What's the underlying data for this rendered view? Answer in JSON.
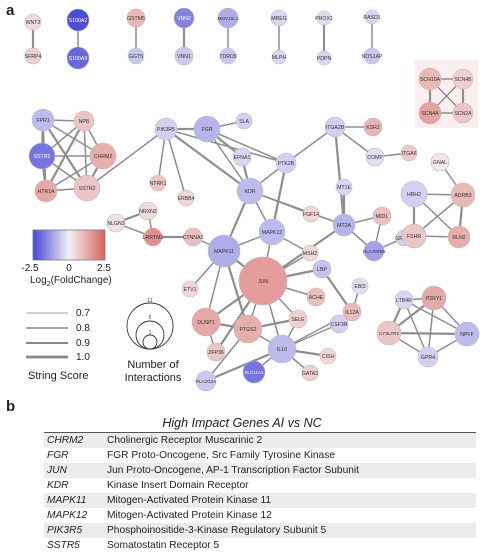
{
  "panels": {
    "a": "a",
    "b": "b"
  },
  "colors": {
    "up": "#e88a82",
    "down": "#5b5bdc",
    "neutral": "#f5f2f6"
  },
  "nodes": [
    {
      "id": "WNT3",
      "fc": 0.4
    },
    {
      "id": "SFRP4",
      "fc": 0.6
    },
    {
      "id": "S100A2",
      "fc": -2.4
    },
    {
      "id": "S100A9",
      "fc": -2.0
    },
    {
      "id": "GSTM5",
      "fc": 1.0
    },
    {
      "id": "GGT5",
      "fc": -0.6
    },
    {
      "id": "VNN2",
      "fc": -1.6
    },
    {
      "id": "VNN1",
      "fc": -0.6
    },
    {
      "id": "MOV10L1",
      "fc": -1.0
    },
    {
      "id": "TDRD9",
      "fc": -0.6
    },
    {
      "id": "MREG",
      "fc": -0.4
    },
    {
      "id": "MLPH",
      "fc": -0.4
    },
    {
      "id": "PROX1",
      "fc": -0.3
    },
    {
      "id": "PDPN",
      "fc": -0.4
    },
    {
      "id": "RASD1",
      "fc": -0.4
    },
    {
      "id": "NOS1AP",
      "fc": -0.6
    },
    {
      "id": "SCN10A",
      "fc": 1.0
    },
    {
      "id": "SCN4B",
      "fc": 0.6
    },
    {
      "id": "SCN4A",
      "fc": 1.4
    },
    {
      "id": "SCN2A",
      "fc": 0.8
    },
    {
      "id": "FPR1",
      "fc": -0.8
    },
    {
      "id": "NPB",
      "fc": 0.8
    },
    {
      "id": "SSTR5",
      "fc": -1.8
    },
    {
      "id": "CHRM2",
      "fc": 1.2
    },
    {
      "id": "HTR1A",
      "fc": 1.3
    },
    {
      "id": "SSTR2",
      "fc": 0.8
    },
    {
      "id": "PIK3R5",
      "fc": -0.5
    },
    {
      "id": "FGR",
      "fc": -0.9
    },
    {
      "id": "SLA",
      "fc": -0.5
    },
    {
      "id": "EFNA1",
      "fc": -0.4
    },
    {
      "id": "PTK2B",
      "fc": -0.5
    },
    {
      "id": "ITGA2B",
      "fc": -0.5
    },
    {
      "id": "KSR2",
      "fc": 1.1
    },
    {
      "id": "COMP",
      "fc": -0.3
    },
    {
      "id": "ITGA6",
      "fc": 0.7
    },
    {
      "id": "NTRK1",
      "fc": 0.8
    },
    {
      "id": "ERBB4",
      "fc": 0.5
    },
    {
      "id": "KDR",
      "fc": -0.8
    },
    {
      "id": "FGF14",
      "fc": 0.5
    },
    {
      "id": "MT1E",
      "fc": -0.4
    },
    {
      "id": "MT2A",
      "fc": -0.9
    },
    {
      "id": "MID1",
      "fc": 0.9
    },
    {
      "id": "HLA-DRB5",
      "fc": -1.2
    },
    {
      "id": "GRAP2",
      "fc": -0.5
    },
    {
      "id": "NRXN2",
      "fc": 0.4
    },
    {
      "id": "NLGN3",
      "fc": 0.3
    },
    {
      "id": "CTNNA2",
      "fc": 0.9
    },
    {
      "id": "LRRTM1",
      "fc": 1.7
    },
    {
      "id": "MAPK11",
      "fc": -1.0
    },
    {
      "id": "MAPK12",
      "fc": -0.8
    },
    {
      "id": "MSH2",
      "fc": 0.5
    },
    {
      "id": "EBI3",
      "fc": -0.3
    },
    {
      "id": "ETV1",
      "fc": 0.5
    },
    {
      "id": "JUN",
      "fc": 1.5
    },
    {
      "id": "LBP",
      "fc": -0.7
    },
    {
      "id": "IL12A",
      "fc": 1.0
    },
    {
      "id": "ACHE",
      "fc": 0.9
    },
    {
      "id": "DUSP1",
      "fc": 1.3
    },
    {
      "id": "SELE",
      "fc": 0.6
    },
    {
      "id": "CSF3R",
      "fc": -0.5
    },
    {
      "id": "ZFP36",
      "fc": 0.8
    },
    {
      "id": "PTGS2",
      "fc": 1.2
    },
    {
      "id": "PLA2G2A",
      "fc": -0.6
    },
    {
      "id": "IL10",
      "fc": -0.8
    },
    {
      "id": "CISH",
      "fc": 0.5
    },
    {
      "id": "GATA3",
      "fc": 0.6
    },
    {
      "id": "SLC11A1",
      "fc": -1.8
    },
    {
      "id": "GNAL",
      "fc": 0.2
    },
    {
      "id": "HRH2",
      "fc": -0.5
    },
    {
      "id": "ADRB3",
      "fc": 1.0
    },
    {
      "id": "FSHR",
      "fc": 0.8
    },
    {
      "id": "RLN2",
      "fc": 1.2
    },
    {
      "id": "LTB4R",
      "fc": -0.4
    },
    {
      "id": "P2RY1",
      "fc": 1.3
    },
    {
      "id": "CYSLTR2",
      "fc": 0.8
    },
    {
      "id": "NPFF",
      "fc": -0.8
    },
    {
      "id": "GPR4",
      "fc": -0.5
    }
  ],
  "edges": [
    [
      "WNT3",
      "SFRP4"
    ],
    [
      "S100A2",
      "S100A9"
    ],
    [
      "GSTM5",
      "GGT5"
    ],
    [
      "VNN2",
      "VNN1"
    ],
    [
      "MOV10L1",
      "TDRD9"
    ],
    [
      "MREG",
      "MLPH"
    ],
    [
      "PROX1",
      "PDPN"
    ],
    [
      "RASD1",
      "NOS1AP"
    ],
    [
      "SCN10A",
      "SCN4B"
    ],
    [
      "SCN10A",
      "SCN4A"
    ],
    [
      "SCN10A",
      "SCN2A"
    ],
    [
      "SCN4B",
      "SCN4A"
    ],
    [
      "SCN4B",
      "SCN2A"
    ],
    [
      "SCN4A",
      "SCN2A"
    ],
    [
      "FPR1",
      "NPB"
    ],
    [
      "FPR1",
      "SSTR5"
    ],
    [
      "FPR1",
      "CHRM2"
    ],
    [
      "FPR1",
      "HTR1A"
    ],
    [
      "FPR1",
      "SSTR2"
    ],
    [
      "NPB",
      "SSTR5"
    ],
    [
      "NPB",
      "CHRM2"
    ],
    [
      "NPB",
      "HTR1A"
    ],
    [
      "NPB",
      "SSTR2"
    ],
    [
      "SSTR5",
      "CHRM2"
    ],
    [
      "SSTR5",
      "HTR1A"
    ],
    [
      "SSTR5",
      "SSTR2"
    ],
    [
      "CHRM2",
      "HTR1A"
    ],
    [
      "CHRM2",
      "SSTR2"
    ],
    [
      "HTR1A",
      "SSTR2"
    ],
    [
      "SSTR2",
      "PIK3R5"
    ],
    [
      "PIK3R5",
      "FGR"
    ],
    [
      "PIK3R5",
      "NTRK1"
    ],
    [
      "PIK3R5",
      "ERBB4"
    ],
    [
      "PIK3R5",
      "KDR"
    ],
    [
      "PIK3R5",
      "PTK2B"
    ],
    [
      "FGR",
      "SLA"
    ],
    [
      "FGR",
      "EFNA1"
    ],
    [
      "FGR",
      "KDR"
    ],
    [
      "FGR",
      "PTK2B"
    ],
    [
      "EFNA1",
      "KDR"
    ],
    [
      "PTK2B",
      "ITGA2B"
    ],
    [
      "PTK2B",
      "KDR"
    ],
    [
      "PTK2B",
      "MAPK12"
    ],
    [
      "ITGA2B",
      "KSR2"
    ],
    [
      "ITGA2B",
      "COMP"
    ],
    [
      "ITGA2B",
      "MT2A"
    ],
    [
      "COMP",
      "ITGA6"
    ],
    [
      "KDR",
      "FGF14"
    ],
    [
      "KDR",
      "MAPK11"
    ],
    [
      "KDR",
      "MAPK12"
    ],
    [
      "KDR",
      "MT2A"
    ],
    [
      "MT1E",
      "MT2A"
    ],
    [
      "MT2A",
      "MID1"
    ],
    [
      "MT2A",
      "HLA-DRB5"
    ],
    [
      "MT2A",
      "JUN"
    ],
    [
      "HLA-DRB5",
      "GRAP2"
    ],
    [
      "MID1",
      "HLA-DRB5"
    ],
    [
      "NRXN2",
      "NLGN3"
    ],
    [
      "NRXN2",
      "LRRTM1"
    ],
    [
      "NLGN3",
      "LRRTM1"
    ],
    [
      "LRRTM1",
      "CTNNA2"
    ],
    [
      "CTNNA2",
      "MAPK11"
    ],
    [
      "MAPK11",
      "MAPK12"
    ],
    [
      "MAPK11",
      "JUN"
    ],
    [
      "MAPK11",
      "ETV1"
    ],
    [
      "MAPK11",
      "DUSP1"
    ],
    [
      "MAPK11",
      "PTGS2"
    ],
    [
      "MAPK12",
      "JUN"
    ],
    [
      "MAPK12",
      "MSH2"
    ],
    [
      "JUN",
      "DUSP1"
    ],
    [
      "JUN",
      "PTGS2"
    ],
    [
      "JUN",
      "IL10"
    ],
    [
      "JUN",
      "LBP"
    ],
    [
      "JUN",
      "ACHE"
    ],
    [
      "JUN",
      "SELE"
    ],
    [
      "JUN",
      "ZFP36"
    ],
    [
      "JUN",
      "MSH2"
    ],
    [
      "EBI3",
      "IL12A"
    ],
    [
      "LBP",
      "IL12A"
    ],
    [
      "IL12A",
      "IL10"
    ],
    [
      "DUSP1",
      "ZFP36"
    ],
    [
      "DUSP1",
      "PTGS2"
    ],
    [
      "PTGS2",
      "PLA2G2A"
    ],
    [
      "PTGS2",
      "IL10"
    ],
    [
      "PTGS2",
      "SELE"
    ],
    [
      "IL10",
      "SELE"
    ],
    [
      "IL10",
      "CSF3R"
    ],
    [
      "IL10",
      "CISH"
    ],
    [
      "IL10",
      "GATA3"
    ],
    [
      "IL10",
      "SLC11A1"
    ],
    [
      "IL10",
      "PLA2G2A"
    ],
    [
      "GNAL",
      "ADRB3"
    ],
    [
      "HRH2",
      "ADRB3"
    ],
    [
      "HRH2",
      "FSHR"
    ],
    [
      "HRH2",
      "RLN2"
    ],
    [
      "ADRB3",
      "FSHR"
    ],
    [
      "ADRB3",
      "RLN2"
    ],
    [
      "FSHR",
      "RLN2"
    ],
    [
      "LTB4R",
      "P2RY1"
    ],
    [
      "LTB4R",
      "CYSLTR2"
    ],
    [
      "LTB4R",
      "NPFF"
    ],
    [
      "LTB4R",
      "GPR4"
    ],
    [
      "P2RY1",
      "CYSLTR2"
    ],
    [
      "P2RY1",
      "NPFF"
    ],
    [
      "P2RY1",
      "GPR4"
    ],
    [
      "CYSLTR2",
      "NPFF"
    ],
    [
      "CYSLTR2",
      "GPR4"
    ],
    [
      "NPFF",
      "GPR4"
    ]
  ],
  "legend": {
    "color_ticks": [
      "-2.5",
      "0",
      "2.5"
    ],
    "color_title_prefix": "Log",
    "color_title_sub": "2",
    "color_title_suffix": "(FoldChange)",
    "string_values": [
      "0.7",
      "0.8",
      "0.9",
      "1.0"
    ],
    "string_title": "String Score",
    "size_ticks": [
      "11",
      "5",
      "1"
    ],
    "size_title_1": "Number of",
    "size_title_2": "Interactions"
  },
  "table": {
    "title": "High Impact Genes AI vs NC",
    "rows": [
      {
        "gene": "CHRM2",
        "desc": "Cholinergic Receptor Muscarinic 2"
      },
      {
        "gene": "FGR",
        "desc": "FGR Proto-Oncogene, Src Family Tyrosine Kinase"
      },
      {
        "gene": "JUN",
        "desc": "Jun Proto-Oncogene, AP-1 Transcription Factor Subunit"
      },
      {
        "gene": "KDR",
        "desc": "Kinase Insert Domain Receptor"
      },
      {
        "gene": "MAPK11",
        "desc": "Mitogen-Activated Protein Kinase 11"
      },
      {
        "gene": "MAPK12",
        "desc": "Mitogen-Activated Protein Kinase 12"
      },
      {
        "gene": "PIK3R5",
        "desc": "Phosphoinositide-3-Kinase Regulatory Subunit 5"
      },
      {
        "gene": "SSTR5",
        "desc": "Somatostatin Receptor 5"
      }
    ]
  }
}
